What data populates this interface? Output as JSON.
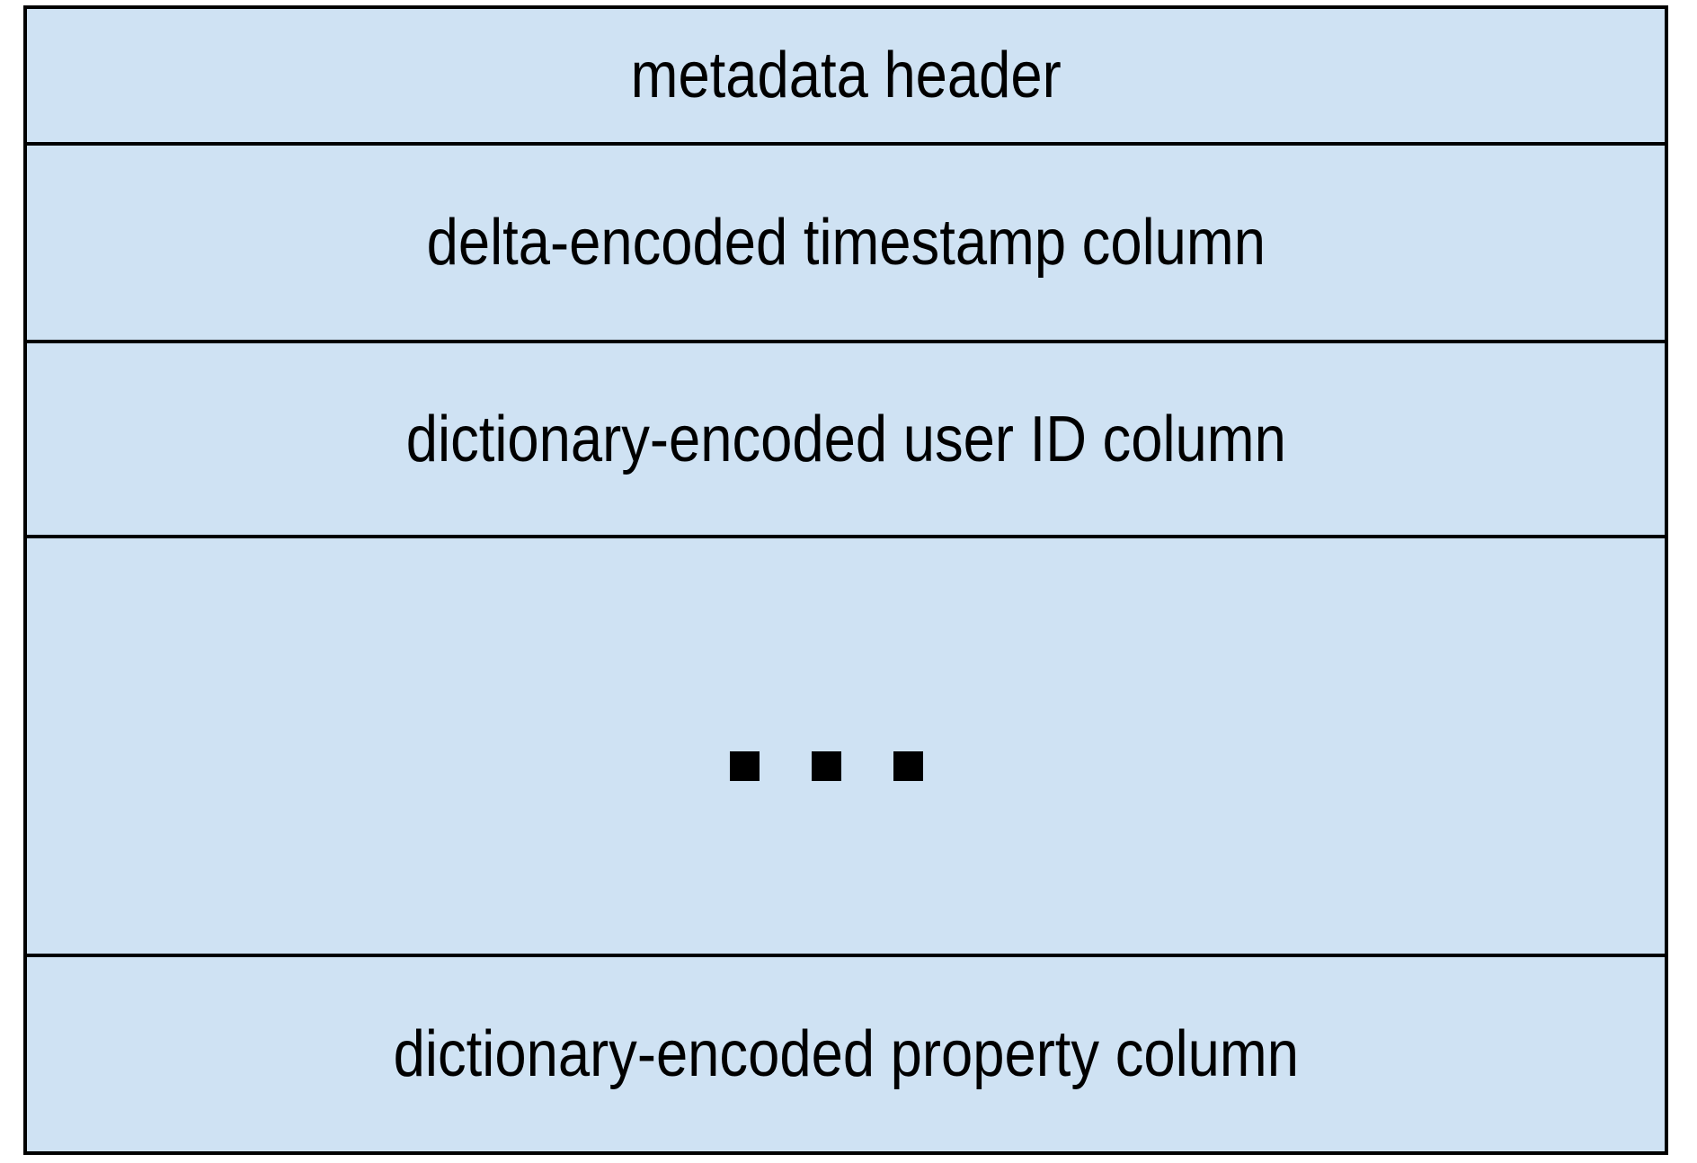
{
  "diagram": {
    "description": "layered file layout diagram",
    "colors": {
      "row_fill": "#cfe2f3",
      "border": "#000000",
      "text": "#000000"
    },
    "rows": [
      {
        "label": "metadata header"
      },
      {
        "label": "delta-encoded timestamp column"
      },
      {
        "label": "dictionary-encoded user ID column"
      },
      {
        "label": "",
        "type": "ellipsis",
        "square_count": 3
      },
      {
        "label": "dictionary-encoded property column"
      }
    ]
  }
}
